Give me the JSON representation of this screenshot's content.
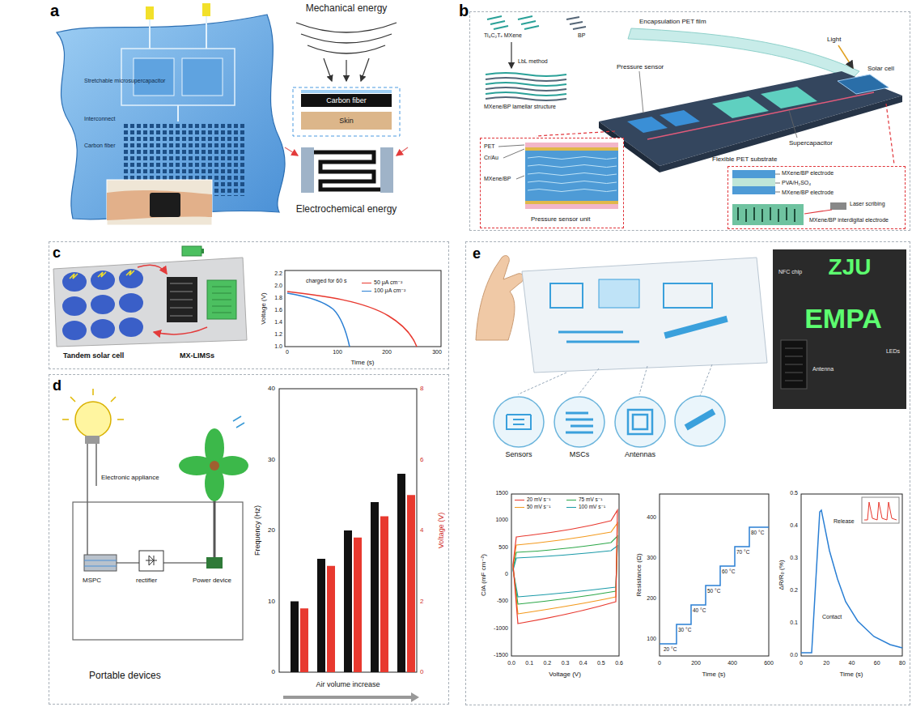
{
  "diagram": {
    "nodes": [
      {
        "text": [
          "Carbon fiber"
        ]
      },
      {
        "text": [
          "Skin"
        ]
      },
      {
        "text": [
          "b"
        ]
      },
      {
        "text": [
          "PET",
          "Cr/Au",
          "MXene/BP",
          "Pressure sensor unit"
        ],
        "in": 2
      },
      {
        "text": [
          "MXene/BP electrode",
          "PVA/H₂SO₄",
          "MXene/BP electrode",
          "Laser scribing",
          "MXene/BP interdigital electrode"
        ],
        "in": 2
      },
      {
        "text": [
          "c"
        ]
      },
      {
        "text": [
          "d"
        ]
      },
      {
        "text": [
          "e"
        ]
      },
      {
        "text": [
          "Sensors"
        ],
        "in": 7
      },
      {
        "text": [
          "MSCs"
        ],
        "in": 7
      },
      {
        "text": [
          "Antennas"
        ],
        "in": 7
      }
    ],
    "labels": [
      "a",
      "Stretchable microsupercapacitor",
      "Interconnect",
      "Carbon fiber",
      "Mechanical energy",
      "Electrochemical energy",
      "Ti₃C₂Tₓ MXene",
      "BP",
      "LbL method",
      "MXene/BP lamellar structure",
      "Encapsulation PET film",
      "Light",
      "Solar cell",
      "Pressure sensor",
      "Supercapacitor",
      "Flexible PET substrate",
      "Tandem solar cell",
      "MX-LIMSs",
      "2.2",
      "2.0",
      "1.8",
      "1.6",
      "1.4",
      "1.2",
      "1.0",
      "0",
      "100",
      "200",
      "300",
      "Voltage (V)",
      "Time (s)",
      "charged for 60 s",
      "Electronic appliance",
      "MSPC",
      "rectifier",
      "Power device",
      "Portable devices",
      "0",
      "10",
      "20",
      "30",
      "40",
      "0",
      "2",
      "4",
      "6",
      "8",
      "Frequency (Hz)",
      "Voltage (V)",
      "Air volume increase",
      "NFC chip",
      "Antenna",
      "LEDs",
      "ZJU",
      "EMPA",
      "1500",
      "1000",
      "500",
      "0",
      "-500",
      "-1000",
      "-1500",
      "0.0",
      "0.1",
      "0.2",
      "0.3",
      "0.4",
      "0.5",
      "0.6",
      "C/A (mF cm⁻²)",
      "Voltage (V)",
      "100",
      "200",
      "300",
      "400",
      "0",
      "200",
      "400",
      "600",
      "Resistance (Ω)",
      "Time (s)",
      "20 °C",
      "30 °C",
      "40 °C",
      "50 °C",
      "60 °C",
      "70 °C",
      "80 °C",
      "0.0",
      "0.1",
      "0.2",
      "0.3",
      "0.4",
      "0.5",
      "0",
      "20",
      "40",
      "60",
      "80",
      "ΔR/R₀ (%)",
      "Time (s)",
      "Contact",
      "Release"
    ],
    "legend": [
      {
        "text": "50 μA cm⁻²"
      },
      {
        "text": "100 μA cm⁻²"
      },
      {
        "text": "20 mV s⁻¹"
      },
      {
        "text": "50 mV s⁻¹"
      },
      {
        "text": "75 mV s⁻¹"
      },
      {
        "text": "100 mV s⁻¹"
      }
    ]
  }
}
